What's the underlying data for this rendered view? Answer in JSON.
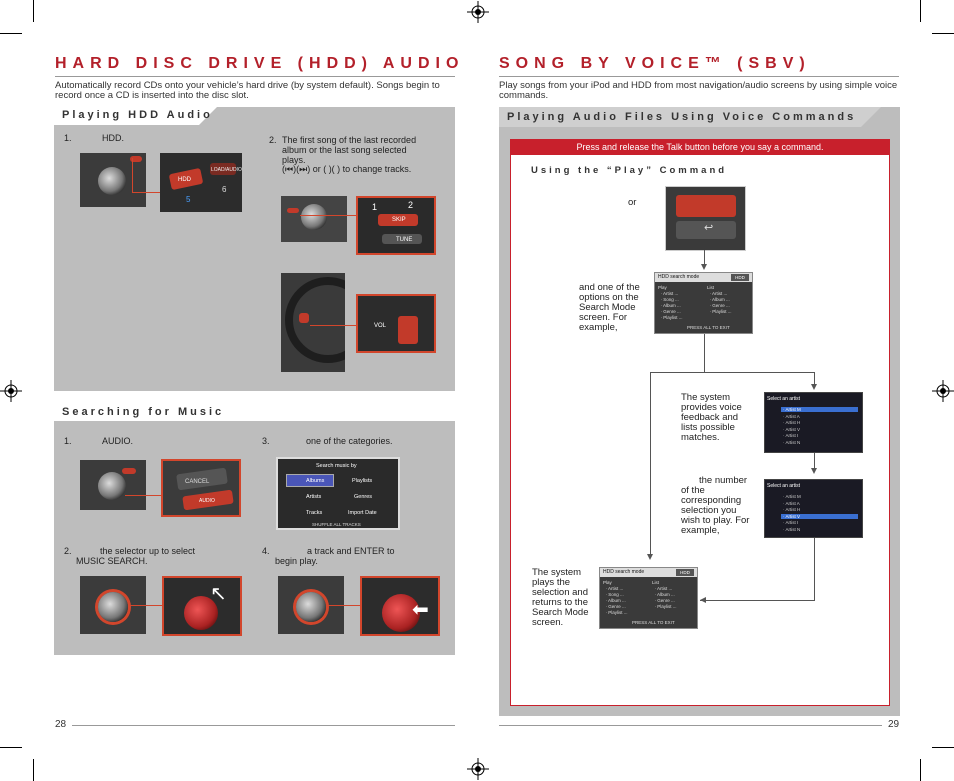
{
  "left": {
    "title": "HARD DISC DRIVE (HDD) AUDIO",
    "intro": "Automatically record CDs onto your vehicle’s hard drive (by system default). Songs begin to record once a CD is inserted into the disc slot.",
    "playing_tab": "Playing HDD Audio",
    "step1_num": "1.",
    "step1_text": "HDD.",
    "step2_num": "2.",
    "step2_text": "The first song of the last recorded album or the last song selected plays.",
    "step2_text2": "(⏮)(⏭) or (  )(  ) to change tracks.",
    "searching_tab": "Searching for Music",
    "s1_num": "1.",
    "s1_text": "AUDIO.",
    "s2_num": "2.",
    "s2_text": "the selector up to select MUSIC SEARCH.",
    "s3_num": "3.",
    "s3_text": "one of the categories.",
    "s4_num": "4.",
    "s4_text": "a track and ENTER to begin play.",
    "page": "28"
  },
  "right": {
    "title": "SONG BY VOICE™ (SBV)",
    "intro": "Play songs from your iPod and HDD from most navigation/audio screens by using simple voice commands.",
    "tab": "Playing Audio Files Using Voice Commands",
    "banner": "Press and release the Talk button before you say a command.",
    "sub": "Using the “Play” Command",
    "or": "or",
    "text_options": "and one of the options on the Search Mode screen. For example,",
    "text_feedback": "The system provides voice feedback and lists possible matches.",
    "text_number": "the number of the corresponding selection you wish to play. For example,",
    "text_plays": "The system plays the selection and returns to the Search Mode screen.",
    "page": "29"
  },
  "photos": {
    "hdd_btn": "HDD",
    "load_audio": "LOAD/AUDIO",
    "n5": "5",
    "n6": "6",
    "n1": "1",
    "n2": "2",
    "skip": "SKIP",
    "tune": "TUNE",
    "vol": "VOL",
    "cancel": "CANCEL",
    "audio": "AUDIO"
  },
  "music_search": {
    "title": "Search music by",
    "items": [
      "Albums",
      "Playlists",
      "Artists",
      "Genres",
      "Tracks",
      "Import Date"
    ],
    "footer": "SHUFFLE ALL TRACKS"
  },
  "hdd_screen": {
    "title": "HDD search mode",
    "badge": "HDD",
    "col1": "Play\n  · Artist ...\n  · Song ...\n  · Album ...\n  · Genre ...\n  · Playlist ...",
    "col2": "List\n  · Artist ...\n  · Album ...\n  · Genre ...\n  · Playlist ...",
    "footer": "PRESS ALL TO EXIT"
  },
  "artist_list_1": {
    "title": "Select an artist",
    "rows": [
      "· Artist M",
      "· Artist A",
      "· Artist H",
      "· Artist V",
      "· Artist I",
      "· Artist N"
    ],
    "selected": 0
  },
  "artist_list_2": {
    "title": "Select an artist",
    "rows": [
      "· Artist M",
      "· Artist A",
      "· Artist H",
      "· Artist V",
      "· Artist I",
      "· Artist N"
    ],
    "selected": 3
  },
  "colors": {
    "accent": "#b3202a",
    "panel": "#bdbdbd",
    "banner": "#c8202c"
  }
}
